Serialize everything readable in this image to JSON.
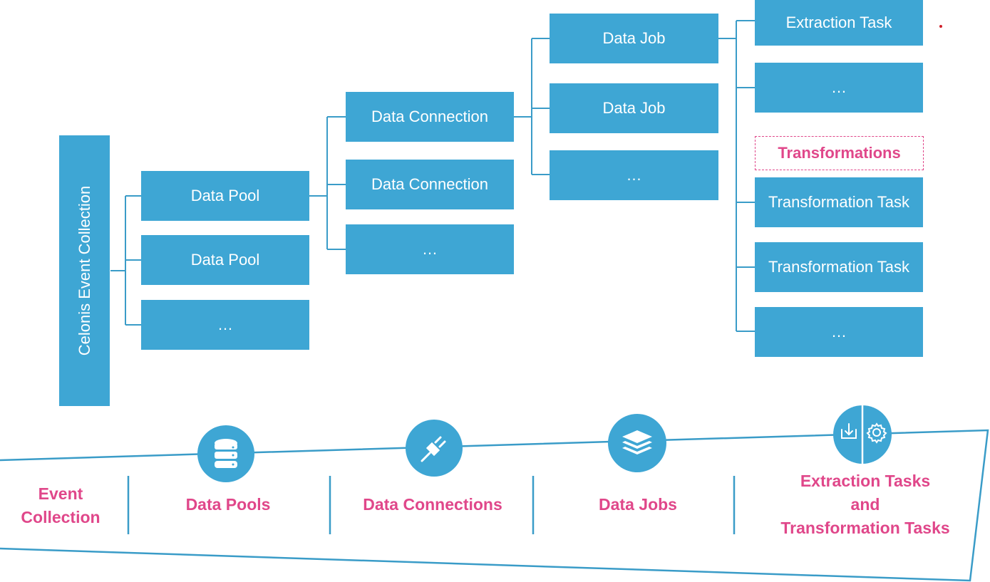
{
  "hierarchy": {
    "root": "Celonis Event Collection",
    "pools": [
      "Data Pool",
      "Data Pool",
      "…"
    ],
    "connections": [
      "Data Connection",
      "Data Connection",
      "…"
    ],
    "jobs": [
      "Data Job",
      "Data Job",
      "…"
    ],
    "extraction_tasks": [
      "Extraction Task",
      "…"
    ],
    "transformations_label": "Transformations",
    "transformation_tasks": [
      "Transformation Task",
      "Transformation Task",
      "…"
    ]
  },
  "legend": {
    "event_collection": [
      "Event",
      "Collection"
    ],
    "data_pools": "Data Pools",
    "data_connections": "Data Connections",
    "data_jobs": "Data Jobs",
    "tasks": [
      "Extraction Tasks",
      "and",
      "Transformation Tasks"
    ]
  },
  "icons": {
    "data_pools": "database-icon",
    "data_connections": "plug-icon",
    "data_jobs": "layers-icon",
    "tasks_left": "download-icon",
    "tasks_right": "gear-icon"
  },
  "colors": {
    "box": "#3ea6d4",
    "line": "#3a9cc8",
    "accent": "#e0478a"
  }
}
